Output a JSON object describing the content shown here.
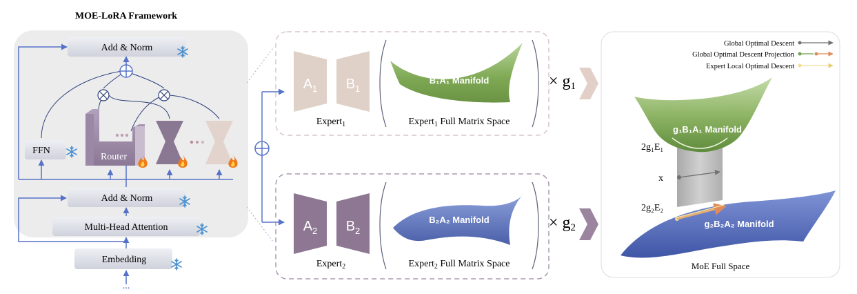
{
  "framework": {
    "title": "MOE-LoRA Framework",
    "add_norm_top": "Add & Norm",
    "add_norm_bottom": "Add & Norm",
    "ffn": "FFN",
    "router": "Router",
    "mha": "Multi-Head Attention",
    "embedding": "Embedding",
    "dots_bottom": "...",
    "dots_router": "•••",
    "dots_experts": "•••",
    "sum_symbol": "⊕",
    "mult_symbol": "⊗"
  },
  "experts": [
    {
      "a": "A",
      "b": "B",
      "sub": "1",
      "label": "Expert",
      "manifold": "B₁A₁ Manifold",
      "space": "Full Matrix Space",
      "space_prefix": "Expert",
      "gate": "× g",
      "colors": {
        "block": "#dfd0c8",
        "manifold": "#86ad5c",
        "border": "#d8c6c8"
      }
    },
    {
      "a": "A",
      "b": "B",
      "sub": "2",
      "label": "Expert",
      "manifold": "B₂A₂ Manifold",
      "space": "Full Matrix Space",
      "space_prefix": "Expert",
      "gate": "× g",
      "colors": {
        "block": "#8d7792",
        "manifold": "#5f73b8",
        "border": "#a898b0"
      }
    }
  ],
  "moe_space": {
    "title": "MoE Full Space",
    "legend": [
      {
        "label": "Global Optimal Descent",
        "color": "#707070"
      },
      {
        "label": "Global Optimal Descent Projection",
        "color": "#72a04c",
        "color2": "#e09070"
      },
      {
        "label": "Expert Local Optimal Descent",
        "color": "#f0dc96"
      }
    ],
    "top_manifold": "g₁B₁A₁ Manifold",
    "bottom_manifold": "g₂B₂A₂ Manifold",
    "label_e1": "2g₁E₁",
    "label_x": "x",
    "label_e2": "2g₂E₂"
  },
  "colors": {
    "panel_bg": "#eeeeee",
    "box": "#dcdee6",
    "router": "#9b8aa5",
    "blue_line": "#5572c8",
    "flame": "#f07a18"
  }
}
